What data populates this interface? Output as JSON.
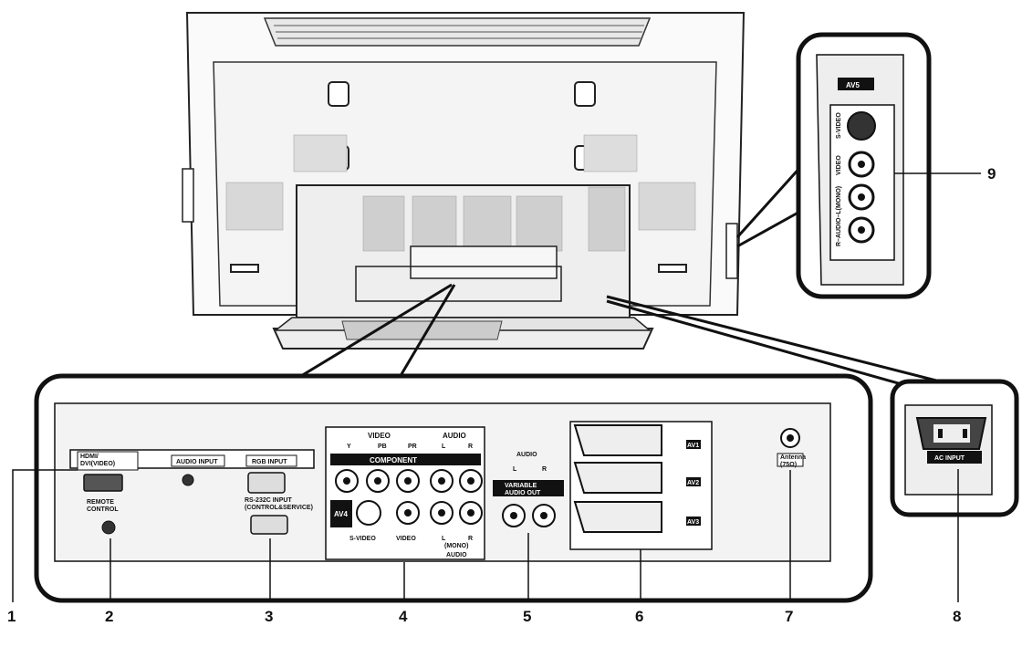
{
  "panel": {
    "hdmi": "HDMI/\nDVI(VIDEO)",
    "audio_input": "AUDIO INPUT",
    "rgb_input": "RGB INPUT",
    "remote_control": "REMOTE\nCONTROL",
    "rs232c": "RS-232C INPUT\n(CONTROL&SERVICE)",
    "video": "VIDEO",
    "audio": "AUDIO",
    "component": "COMPONENT",
    "comp_y": "Y",
    "comp_pb": "PB",
    "comp_pr": "PR",
    "audio_l": "L",
    "audio_r": "R",
    "av4": "AV4",
    "s_video": "S-VIDEO",
    "mono": "(MONO)",
    "variable_audio_out": "VARIABLE\nAUDIO OUT",
    "av1": "AV1",
    "av2": "AV2",
    "av3": "AV3",
    "antenna": "Antenna\n(75Ω)",
    "ac_input": "AC INPUT",
    "av5": "AV5",
    "side_s_video": "S-VIDEO",
    "side_video": "VIDEO",
    "side_audio": "R–AUDIO–L(MONO)"
  },
  "callouts": [
    "1",
    "2",
    "3",
    "4",
    "5",
    "6",
    "7",
    "8",
    "9"
  ]
}
